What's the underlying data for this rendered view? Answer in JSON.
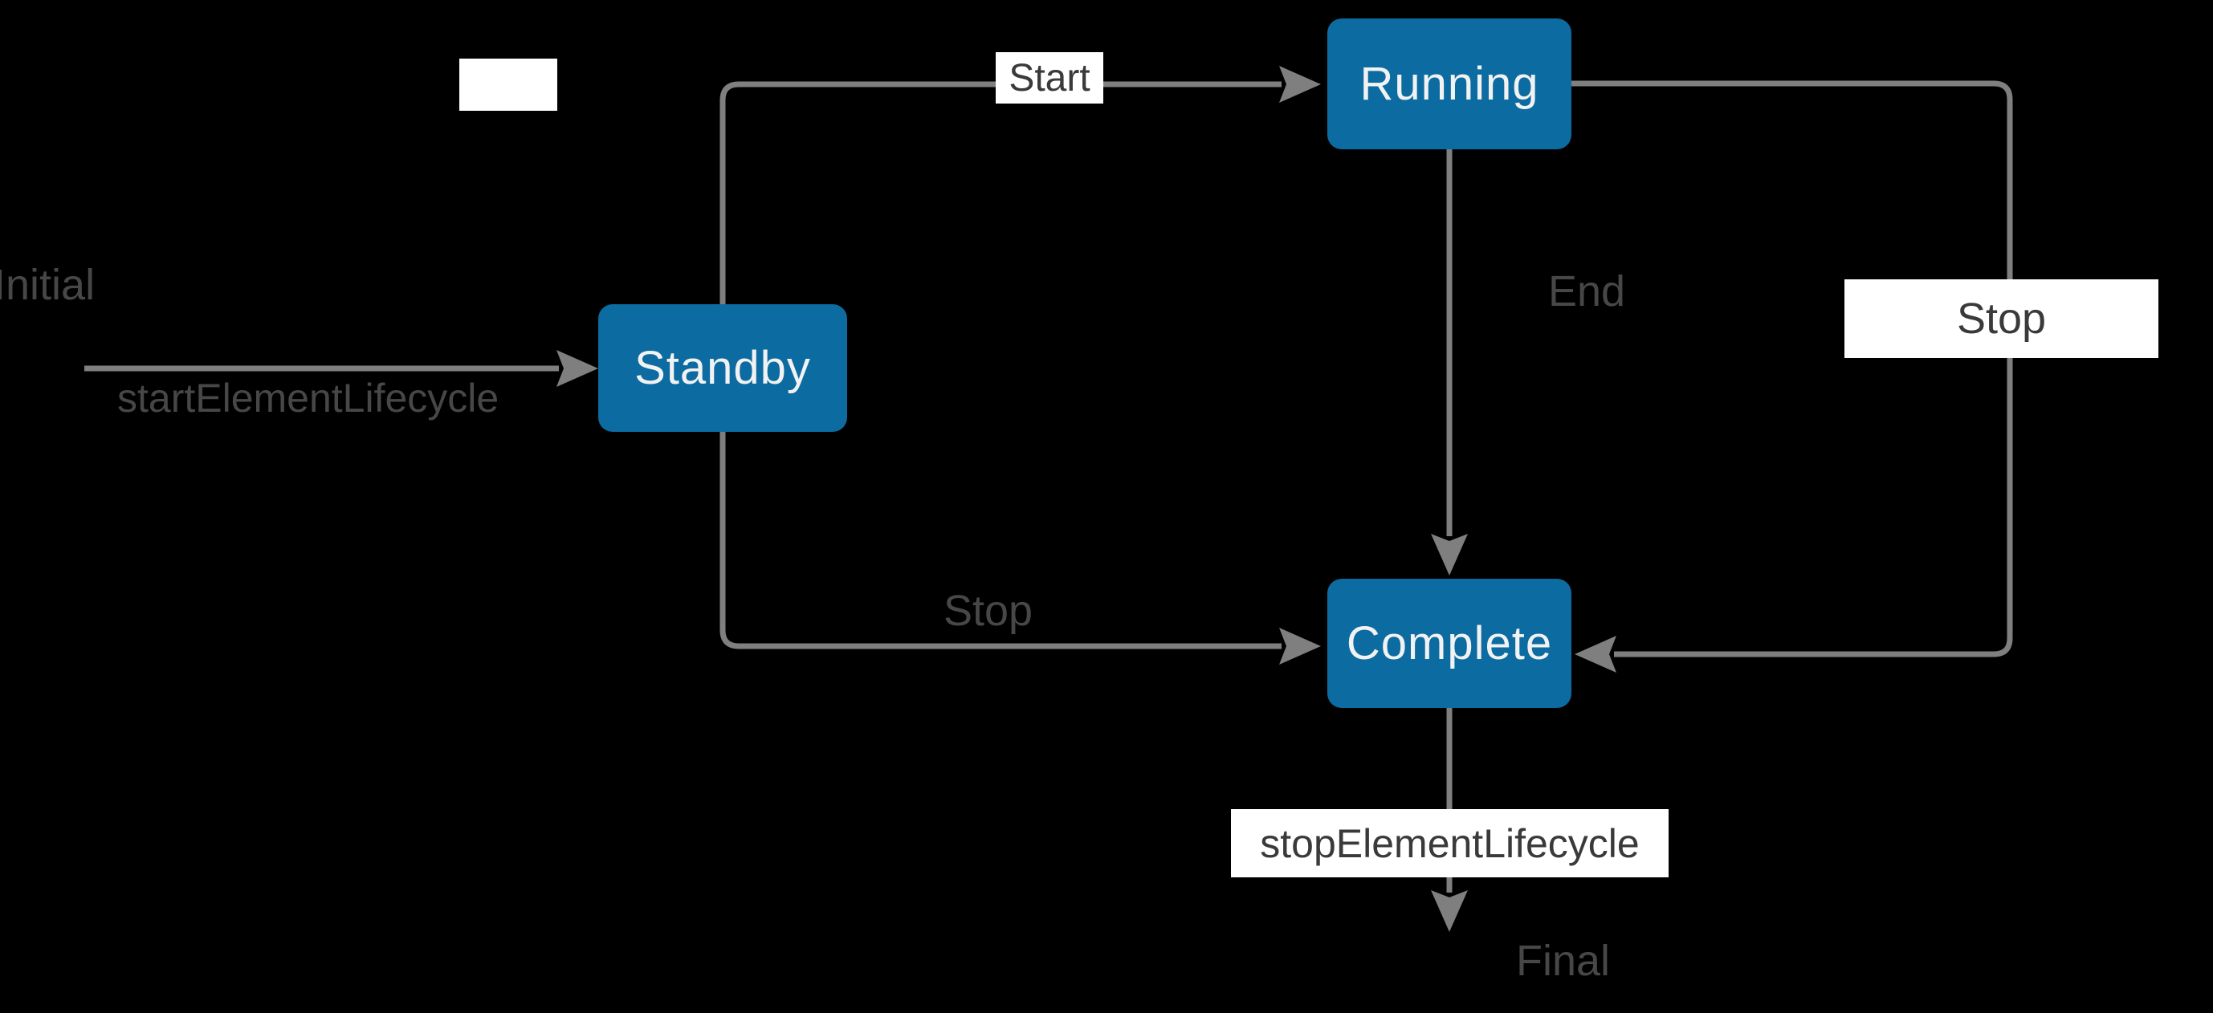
{
  "diagram": {
    "type": "state-machine",
    "background": "#000000",
    "colors": {
      "background": "#000000",
      "state_fill": "#0c6ba1",
      "state_text": "#f2f2f2",
      "connector": "#7f7f7f",
      "muted_label": "#474747",
      "boxed_label_text": "#3a3a3a",
      "boxed_label_bg": "#ffffff"
    },
    "states": [
      {
        "id": "standby",
        "label": "Standby"
      },
      {
        "id": "running",
        "label": "Running"
      },
      {
        "id": "complete",
        "label": "Complete"
      }
    ],
    "markers": {
      "initial": "Initial",
      "final": "Final"
    },
    "transitions": [
      {
        "from": "initial",
        "to": "standby",
        "label": "startElementLifecycle",
        "label_style": "plain"
      },
      {
        "from": "standby",
        "to": "running",
        "label": "Start",
        "label_style": "boxed"
      },
      {
        "from": "running",
        "to": "complete",
        "label": "End",
        "label_style": "plain"
      },
      {
        "from": "standby",
        "to": "complete",
        "label": "Stop",
        "label_style": "plain"
      },
      {
        "from": "running",
        "to": "complete",
        "label": "Stop",
        "label_style": "boxed"
      },
      {
        "from": "complete",
        "to": "final",
        "label": "stopElementLifecycle",
        "label_style": "boxed"
      }
    ]
  }
}
